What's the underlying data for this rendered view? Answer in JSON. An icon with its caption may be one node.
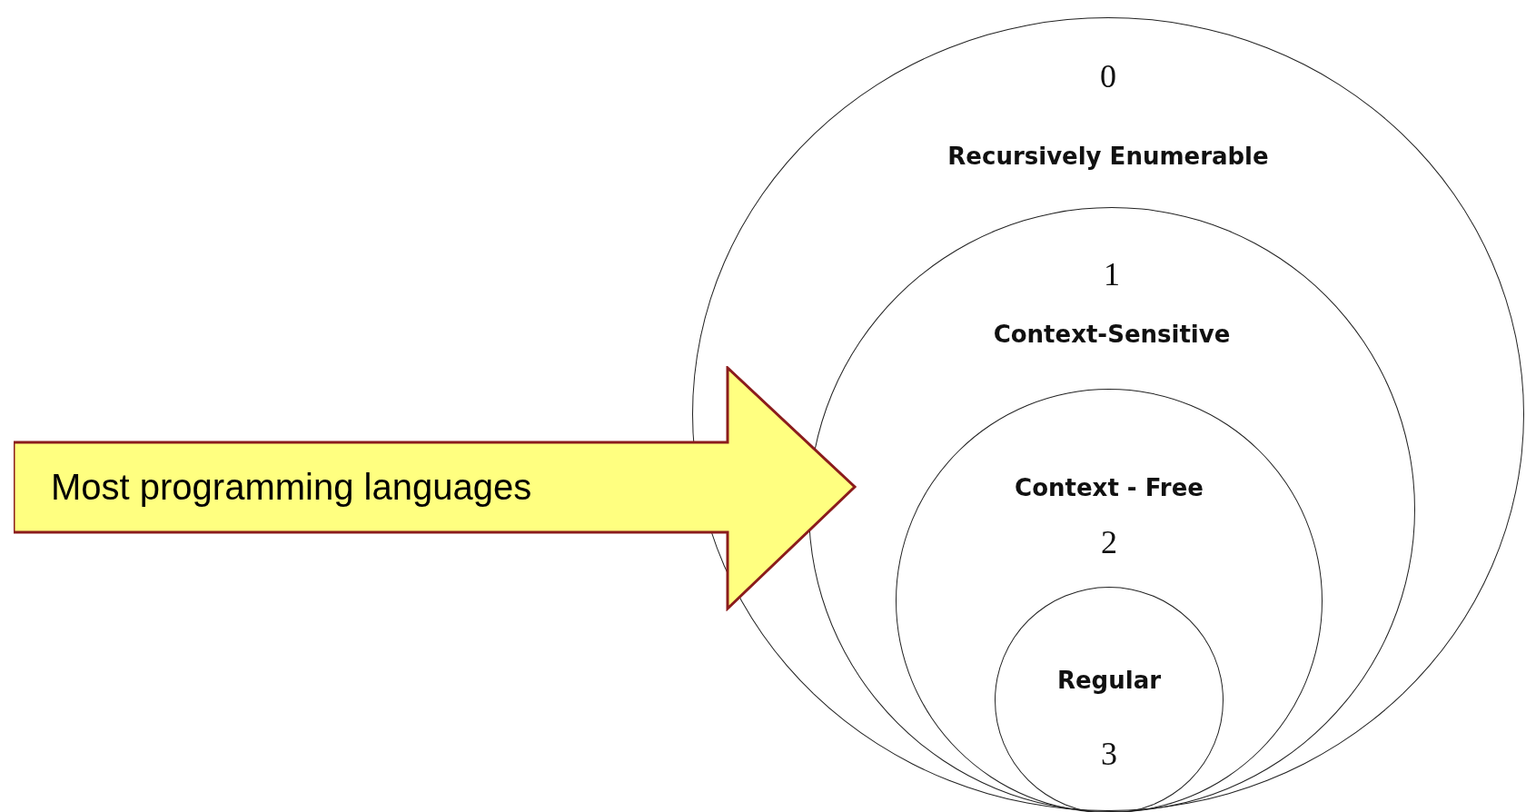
{
  "diagram": {
    "nodes": [
      {
        "text": [
          "0",
          "Recursively Enumerable"
        ]
      },
      {
        "text": [
          "1",
          "Context-Sensitive"
        ],
        "in": 0
      },
      {
        "text": [
          "Context - Free",
          "2"
        ],
        "in": 1
      },
      {
        "text": [
          "Regular",
          "3"
        ],
        "in": 2
      },
      {
        "text": [
          "Most programming languages"
        ]
      }
    ]
  }
}
